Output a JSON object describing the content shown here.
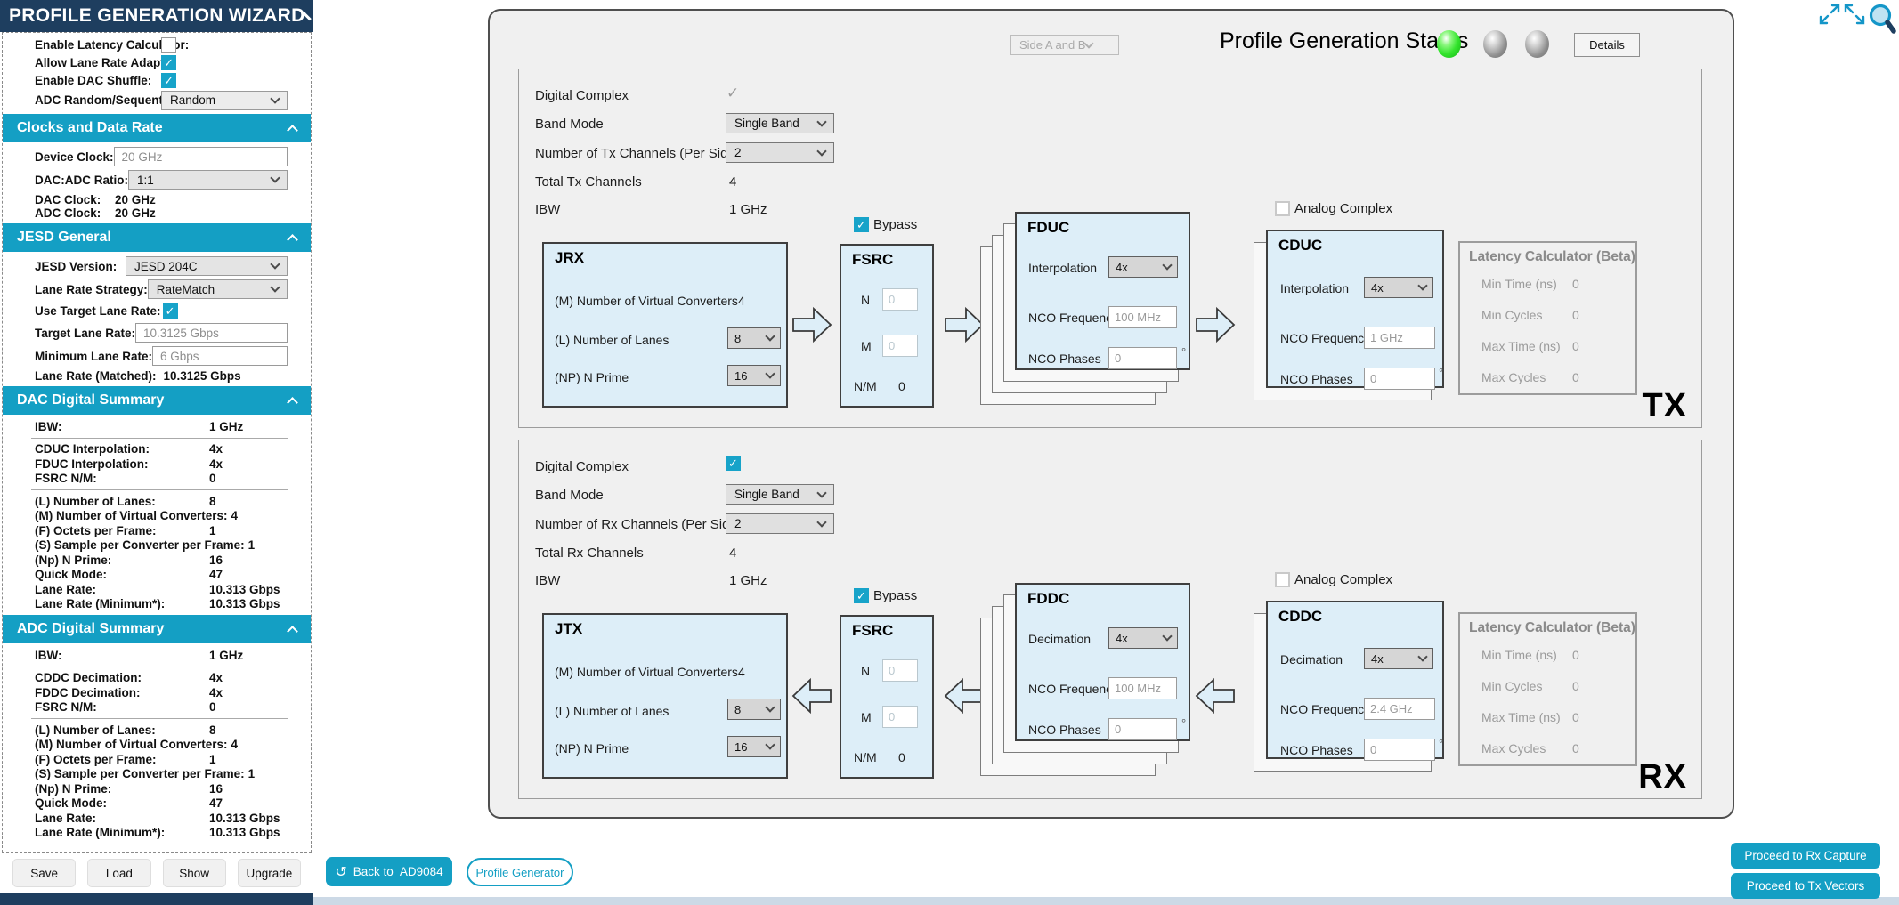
{
  "colors": {
    "accent_teal": "#149fc4",
    "header_navy": "#1e3e5f",
    "status_green": "#35e52e",
    "block_fill": "#ddeef8",
    "panel_bg": "#f0f0f0"
  },
  "icons": {
    "check": "✓",
    "back_arrow": "↺",
    "degree": "°"
  },
  "sidebar": {
    "title": "PROFILE GENERATION WIZARD",
    "options": [
      {
        "label": "Enable Latency Calculator:",
        "checked": false
      },
      {
        "label": "Allow Lane Rate Adapt:",
        "checked": true
      },
      {
        "label": "Enable DAC Shuffle:",
        "checked": true
      },
      {
        "label": "ADC Random/Sequential:",
        "value": "Random"
      }
    ],
    "clocks": {
      "title": "Clocks and Data Rate",
      "device_clock_label": "Device Clock:",
      "device_clock_value": "20 GHz",
      "ratio_label": "DAC:ADC Ratio:",
      "ratio_value": "1:1",
      "dac_clock_label": "DAC Clock:",
      "dac_clock_value": "20 GHz",
      "adc_clock_label": "ADC Clock:",
      "adc_clock_value": "20 GHz"
    },
    "jesd": {
      "title": "JESD General",
      "version_label": "JESD Version:",
      "version_value": "JESD 204C",
      "strategy_label": "Lane Rate Strategy:",
      "strategy_value": "RateMatch",
      "use_target_label": "Use Target Lane Rate:",
      "target_label": "Target Lane Rate:",
      "target_value": "10.3125 Gbps",
      "minimum_label": "Minimum Lane Rate:",
      "minimum_value": "6 Gbps",
      "matched_label": "Lane Rate (Matched):",
      "matched_value": "10.3125 Gbps"
    },
    "dac_summary": {
      "title": "DAC Digital Summary",
      "groups": [
        [
          {
            "label": "IBW:",
            "value": "1 GHz"
          }
        ],
        [
          {
            "label": "CDUC Interpolation:",
            "value": "4x"
          },
          {
            "label": "FDUC Interpolation:",
            "value": "4x"
          },
          {
            "label": "FSRC N/M:",
            "value": "0"
          }
        ],
        [
          {
            "label": "(L) Number of Lanes:",
            "value": "8"
          },
          {
            "label": "(M) Number of Virtual Converters:",
            "value": "4"
          },
          {
            "label": "(F) Octets per Frame:",
            "value": "1"
          },
          {
            "label": "(S) Sample per Converter per Frame:",
            "value": "1"
          },
          {
            "label": "(Np) N Prime:",
            "value": "16"
          },
          {
            "label": "Quick Mode:",
            "value": "47"
          },
          {
            "label": "Lane Rate:",
            "value": "10.313 Gbps"
          },
          {
            "label": "Lane Rate (Minimum*):",
            "value": "10.313 Gbps"
          }
        ]
      ]
    },
    "adc_summary": {
      "title": "ADC Digital Summary",
      "groups": [
        [
          {
            "label": "IBW:",
            "value": "1 GHz"
          }
        ],
        [
          {
            "label": "CDDC Decimation:",
            "value": "4x"
          },
          {
            "label": "FDDC Decimation:",
            "value": "4x"
          },
          {
            "label": "FSRC N/M:",
            "value": "0"
          }
        ],
        [
          {
            "label": "(L) Number of Lanes:",
            "value": "8"
          },
          {
            "label": "(M) Number of Virtual Converters:",
            "value": "4"
          },
          {
            "label": "(F) Octets per Frame:",
            "value": "1"
          },
          {
            "label": "(S) Sample per Converter per Frame:",
            "value": "1"
          },
          {
            "label": "(Np) N Prime:",
            "value": "16"
          },
          {
            "label": "Quick Mode:",
            "value": "47"
          },
          {
            "label": "Lane Rate:",
            "value": "10.313 Gbps"
          },
          {
            "label": "Lane Rate (Minimum*):",
            "value": "10.313 Gbps"
          }
        ]
      ]
    },
    "footer_buttons": [
      "Save",
      "Load",
      "Show",
      "Upgrade"
    ]
  },
  "header": {
    "side_select": "Side A and B",
    "status_label": "Profile Generation Status",
    "details_button": "Details"
  },
  "tx": {
    "digital_complex_label": "Digital Complex",
    "band_mode_label": "Band Mode",
    "band_mode_value": "Single Band",
    "channels_label": "Number of Tx Channels (Per Side)",
    "channels_value": "2",
    "total_label": "Total Tx Channels",
    "total_value": "4",
    "ibw_label": "IBW",
    "ibw_value": "1 GHz",
    "bypass_label": "Bypass",
    "badge": "TX",
    "jesd_block": {
      "title": "JRX",
      "m_label": "(M) Number of Virtual Converters",
      "m_value": "4",
      "l_label": "(L) Number of Lanes",
      "l_value": "8",
      "np_label": "(NP) N Prime",
      "np_value": "16"
    },
    "fsrc": {
      "title": "FSRC",
      "n_label": "N",
      "n_value": "0",
      "m_label": "M",
      "m_value": "0",
      "nm_label": "N/M",
      "nm_value": "0"
    },
    "fine_block": {
      "title": "FDUC",
      "rate_label": "Interpolation",
      "rate_value": "4x",
      "nco_label": "NCO Frequency",
      "nco_value": "100 MHz",
      "phases_label": "NCO Phases",
      "phases_value": "0"
    },
    "analog_complex_label": "Analog Complex",
    "coarse_block": {
      "title": "CDUC",
      "rate_label": "Interpolation",
      "rate_value": "4x",
      "nco_label": "NCO Frequency",
      "nco_value": "1 GHz",
      "phases_label": "NCO Phases",
      "phases_value": "0"
    },
    "latency": {
      "title": "Latency Calculator (Beta)",
      "rows": [
        {
          "label": "Min Time (ns)",
          "value": "0"
        },
        {
          "label": "Min Cycles",
          "value": "0"
        },
        {
          "label": "Max Time (ns)",
          "value": "0"
        },
        {
          "label": "Max Cycles",
          "value": "0"
        }
      ]
    }
  },
  "rx": {
    "digital_complex_label": "Digital Complex",
    "band_mode_label": "Band Mode",
    "band_mode_value": "Single Band",
    "channels_label": "Number of Rx Channels (Per Side)",
    "channels_value": "2",
    "total_label": "Total Rx Channels",
    "total_value": "4",
    "ibw_label": "IBW",
    "ibw_value": "1 GHz",
    "bypass_label": "Bypass",
    "badge": "RX",
    "jesd_block": {
      "title": "JTX",
      "m_label": "(M) Number of Virtual Converters",
      "m_value": "4",
      "l_label": "(L) Number of Lanes",
      "l_value": "8",
      "np_label": "(NP) N Prime",
      "np_value": "16"
    },
    "fsrc": {
      "title": "FSRC",
      "n_label": "N",
      "n_value": "0",
      "m_label": "M",
      "m_value": "0",
      "nm_label": "N/M",
      "nm_value": "0"
    },
    "fine_block": {
      "title": "FDDC",
      "rate_label": "Decimation",
      "rate_value": "4x",
      "nco_label": "NCO Frequency",
      "nco_value": "100 MHz",
      "phases_label": "NCO Phases",
      "phases_value": "0"
    },
    "analog_complex_label": "Analog Complex",
    "coarse_block": {
      "title": "CDDC",
      "rate_label": "Decimation",
      "rate_value": "4x",
      "nco_label": "NCO Frequency",
      "nco_value": "2.4 GHz",
      "phases_label": "NCO Phases",
      "phases_value": "0"
    },
    "latency": {
      "title": "Latency Calculator (Beta)",
      "rows": [
        {
          "label": "Min Time (ns)",
          "value": "0"
        },
        {
          "label": "Min Cycles",
          "value": "0"
        },
        {
          "label": "Max Time (ns)",
          "value": "0"
        },
        {
          "label": "Max Cycles",
          "value": "0"
        }
      ]
    }
  },
  "footer": {
    "back_prefix": "Back to",
    "back_device": "AD9084",
    "profile_tab": "Profile Generator",
    "proceed_rx": "Proceed to Rx Capture",
    "proceed_tx": "Proceed to Tx Vectors"
  }
}
